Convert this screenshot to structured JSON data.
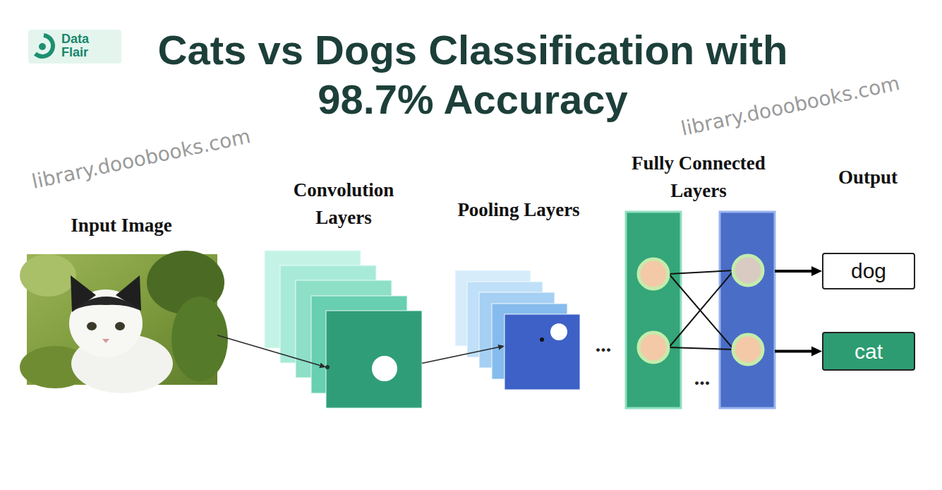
{
  "diagram": {
    "title": "Cats vs Dogs Classification with 98.7% Accuracy",
    "nodes": [
      {
        "text": [
          "Input Image"
        ]
      },
      {
        "text": [
          "Convolution Layers"
        ]
      },
      {
        "text": [
          "Pooling Layers"
        ]
      },
      {
        "text": [
          "Fully Connected Layers"
        ]
      },
      {
        "text": [
          "dog"
        ]
      },
      {
        "text": [
          "cat"
        ]
      }
    ],
    "edges": [
      {
        "from": 0,
        "to": 1,
        "arrow": "to"
      },
      {
        "from": 1,
        "to": 2,
        "arrow": "to"
      },
      {
        "from": 3,
        "to": 4,
        "arrow": "to"
      },
      {
        "from": 3,
        "to": 5,
        "arrow": "to"
      }
    ],
    "labels": [
      "Data Flair",
      "library.dooobooks.com",
      "library.dooobooks.com",
      "Output",
      "...",
      "..."
    ]
  }
}
